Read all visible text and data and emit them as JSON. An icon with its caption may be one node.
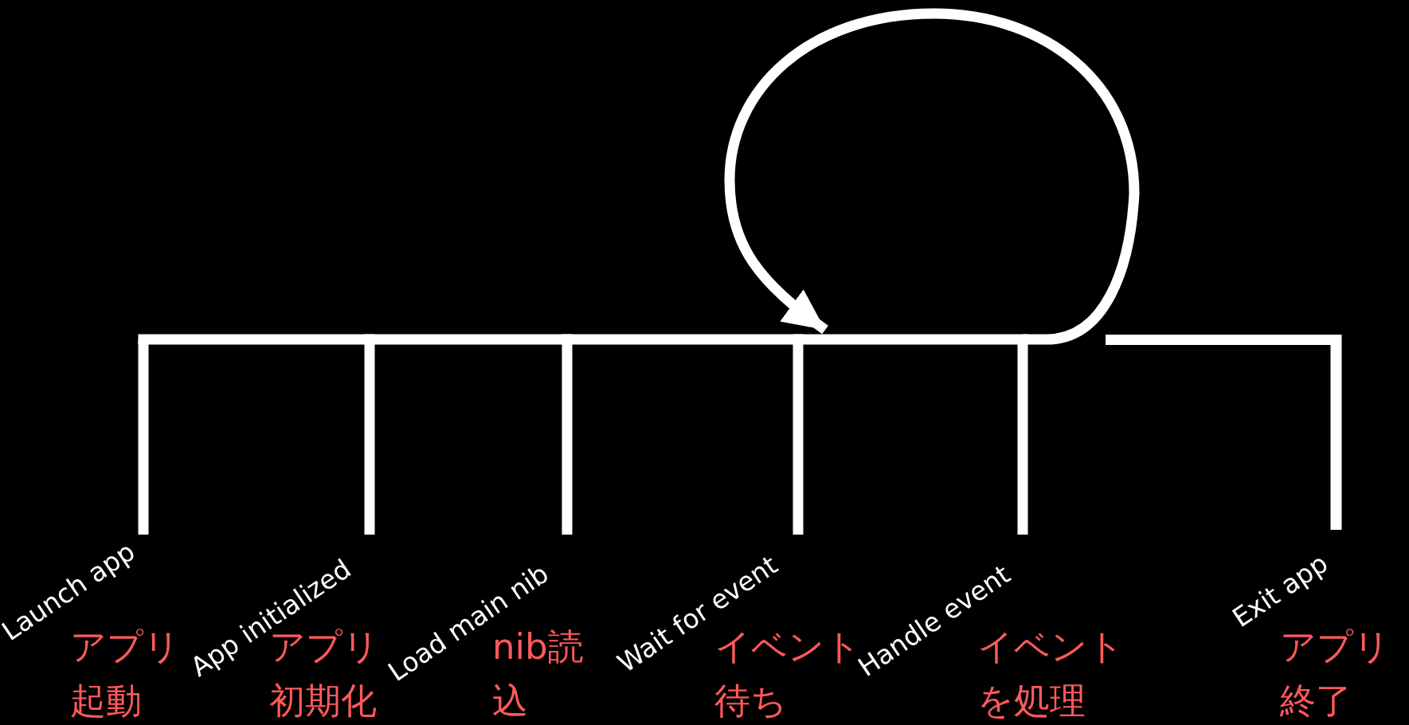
{
  "diagram": {
    "nodes": [
      {
        "text": [
          "Launch app",
          "アプリ起動"
        ]
      },
      {
        "text": [
          "App initialized",
          "アプリ初期化"
        ]
      },
      {
        "text": [
          "Load main nib",
          "nib読込"
        ]
      },
      {
        "text": [
          "Wait for event",
          "イベント待ち"
        ]
      },
      {
        "text": [
          "Handle event",
          "イベントを処理"
        ]
      },
      {
        "text": [
          "Exit app",
          "アプリ終了"
        ]
      }
    ],
    "edges": [
      {
        "from": 0,
        "to": 1,
        "arrow": "none"
      },
      {
        "from": 1,
        "to": 2,
        "arrow": "none"
      },
      {
        "from": 2,
        "to": 3,
        "arrow": "none"
      },
      {
        "from": 3,
        "to": 4,
        "arrow": "none"
      },
      {
        "from": 4,
        "to": 3,
        "arrow": "to"
      }
    ]
  }
}
